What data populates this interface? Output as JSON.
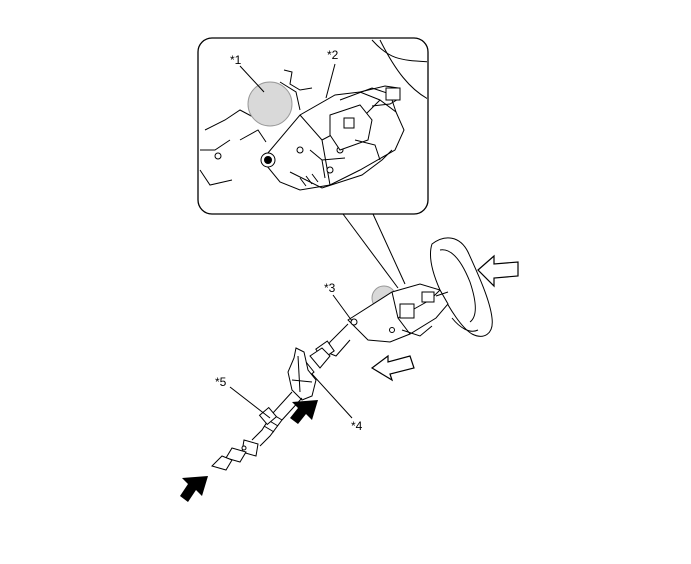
{
  "callouts": {
    "c1": "*1",
    "c2": "*2",
    "c3": "*3",
    "c4": "*4",
    "c5": "*5"
  },
  "colors": {
    "line": "#000000",
    "background": "#ffffff",
    "shade": "#d9d9d9"
  }
}
